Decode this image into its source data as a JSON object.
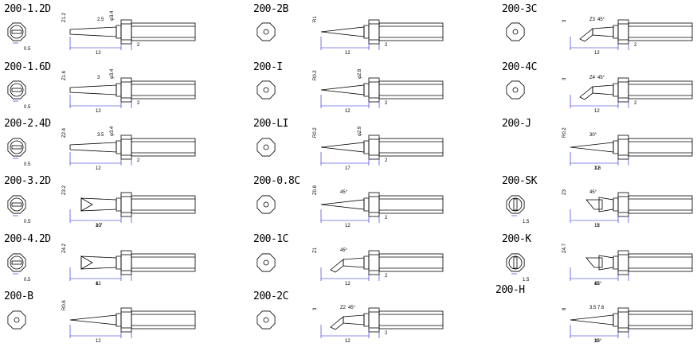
{
  "tips": [
    {
      "model": "200-1.2D",
      "dims": [
        "Z1.2",
        "φ3.4",
        "2.5",
        "12",
        "2"
      ],
      "extra": "0.5"
    },
    {
      "model": "200-1.6D",
      "dims": [
        "Z1.6",
        "φ3.4",
        "3",
        "12",
        "2"
      ],
      "extra": "0.5"
    },
    {
      "model": "200-2.4D",
      "dims": [
        "Z2.4",
        "φ3.4",
        "3.5",
        "12",
        "2"
      ],
      "extra": "0.5"
    },
    {
      "model": "200-3.2D",
      "dims": [
        "Z3.2",
        "3.7",
        "10"
      ],
      "extra": "0.5"
    },
    {
      "model": "200-4.2D",
      "dims": [
        "Z4.2",
        "4",
        "12"
      ],
      "extra": "0.5"
    },
    {
      "model": "200-B",
      "dims": [
        "R0.6",
        "12"
      ],
      "extra": ""
    },
    {
      "model": "200-2B",
      "dims": [
        "R1",
        "12",
        "2"
      ],
      "extra": ""
    },
    {
      "model": "200-I",
      "dims": [
        "R0.2",
        "φ2.8",
        "12",
        "2"
      ],
      "extra": ""
    },
    {
      "model": "200-LI",
      "dims": [
        "R0.2",
        "φ2.9",
        "17",
        "2"
      ],
      "extra": ""
    },
    {
      "model": "200-0.8C",
      "dims": [
        "Z0.8",
        "45°",
        "12",
        "2"
      ],
      "extra": ""
    },
    {
      "model": "200-1C",
      "dims": [
        "Z1",
        "45°",
        "12",
        "2"
      ],
      "extra": ""
    },
    {
      "model": "200-2C",
      "dims": [
        "3",
        "Z2",
        "45°",
        "12",
        "2"
      ],
      "extra": ""
    },
    {
      "model": "200-3C",
      "dims": [
        "3",
        "Z3",
        "45°",
        "12",
        "2"
      ],
      "extra": ""
    },
    {
      "model": "200-4C",
      "dims": [
        "3",
        "Z4",
        "45°",
        "12",
        "2"
      ],
      "extra": ""
    },
    {
      "model": "200-J",
      "dims": [
        "R0.2",
        "30°",
        "3.6",
        "12"
      ],
      "extra": ""
    },
    {
      "model": "200-SK",
      "dims": [
        "Z3",
        "45°",
        "12",
        "15"
      ],
      "extra": "1.5"
    },
    {
      "model": "200-K",
      "dims": [
        "Z4.7",
        "45°",
        "12"
      ],
      "extra": "1.5"
    },
    {
      "model": "200-H",
      "dims": [
        "8",
        "3.5",
        "7.6",
        "30°",
        "15"
      ],
      "extra": ""
    }
  ]
}
